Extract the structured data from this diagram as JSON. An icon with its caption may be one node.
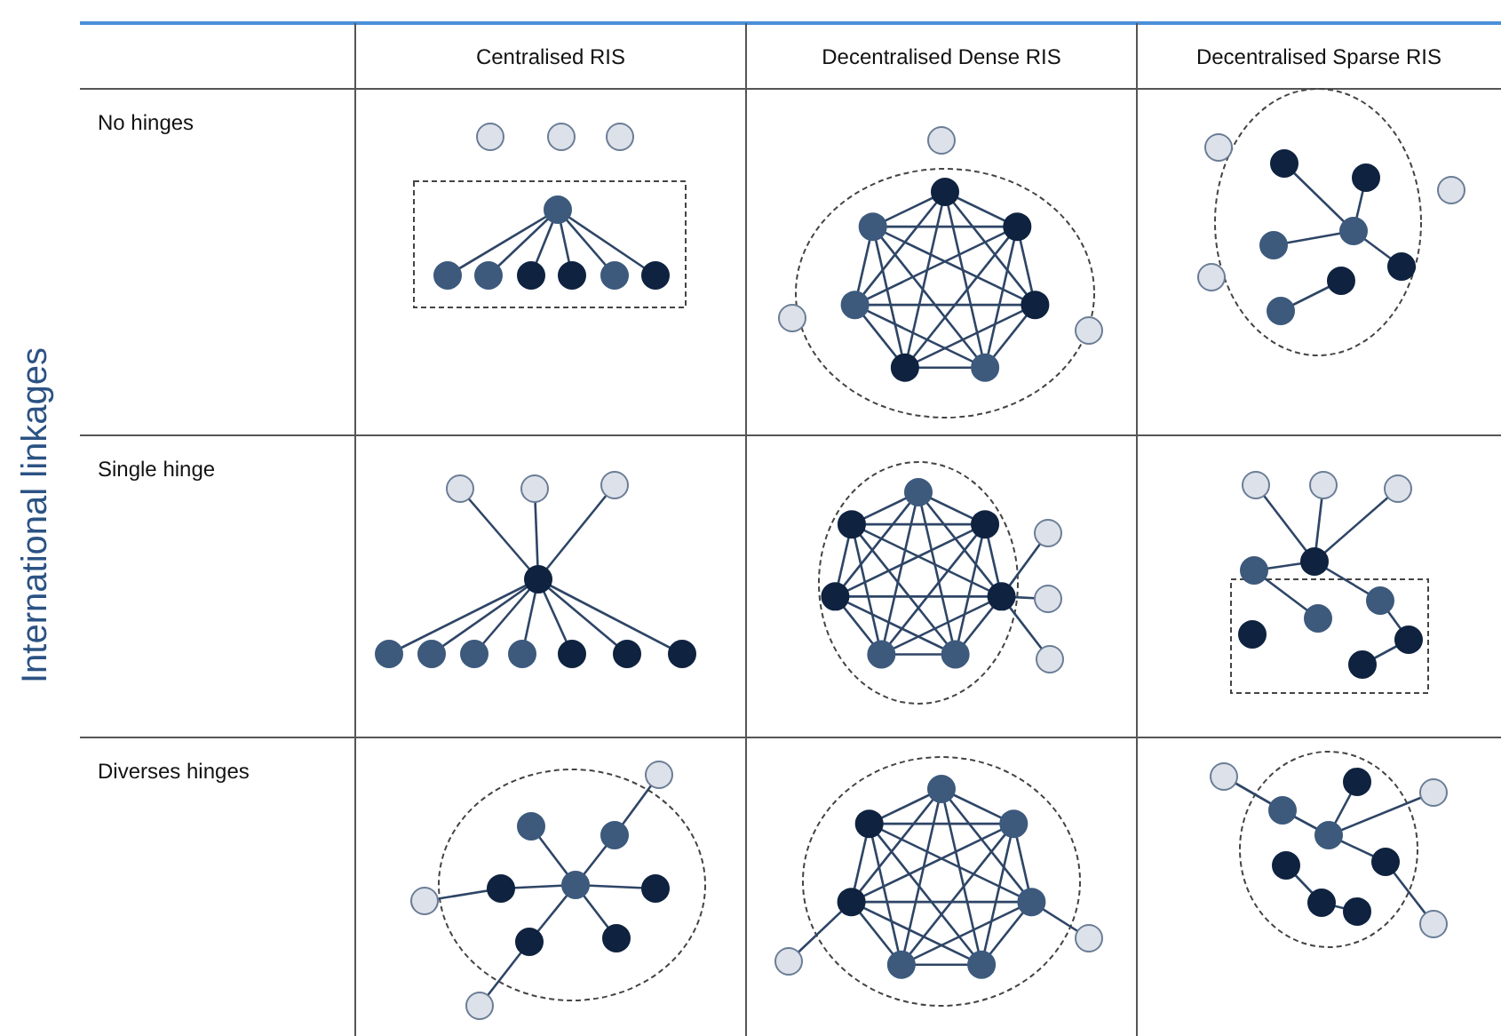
{
  "diagram": {
    "labels": [
      "International linkages",
      "Centralised RIS",
      "Decentralised Dense RIS",
      "Decentralised Sparse RIS",
      "No hinges",
      "Single hinge",
      "Diverses hinges"
    ]
  }
}
